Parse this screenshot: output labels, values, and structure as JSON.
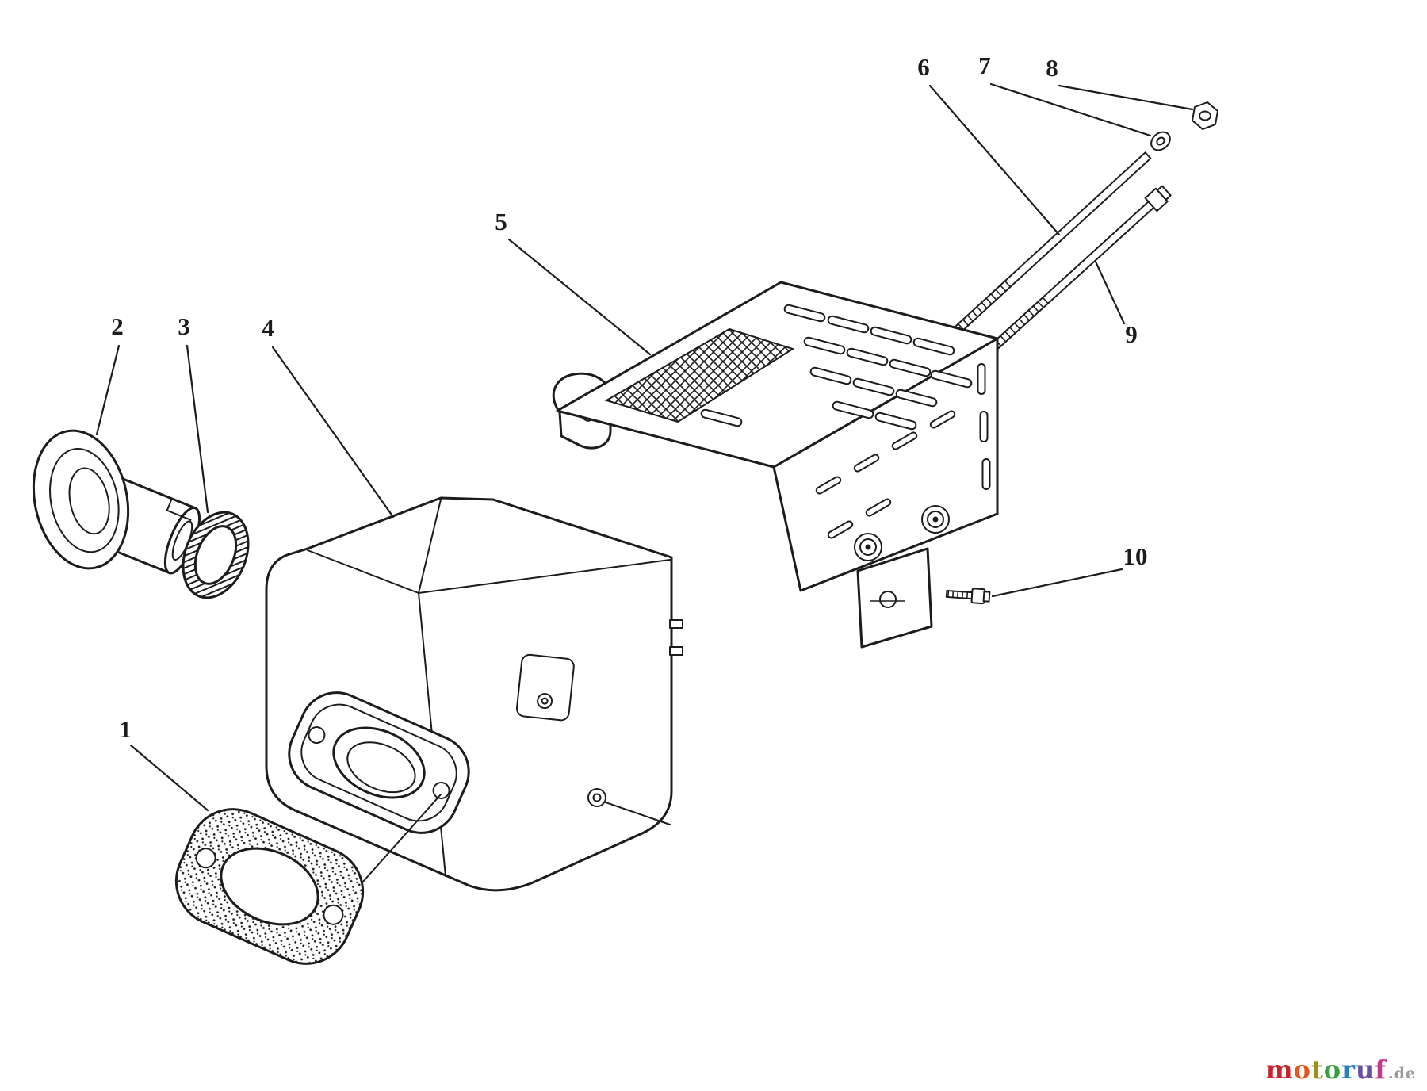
{
  "colors": {
    "ink": "#1c1c1c",
    "background": "#ffffff"
  },
  "callouts": [
    {
      "label": "1"
    },
    {
      "label": "2"
    },
    {
      "label": "3"
    },
    {
      "label": "4"
    },
    {
      "label": "5"
    },
    {
      "label": "6"
    },
    {
      "label": "7"
    },
    {
      "label": "8"
    },
    {
      "label": "9"
    },
    {
      "label": "10"
    }
  ],
  "watermark": {
    "letters": [
      {
        "char": "m",
        "color": "#c8242b"
      },
      {
        "char": "o",
        "color": "#e0591f"
      },
      {
        "char": "t",
        "color": "#97941c"
      },
      {
        "char": "o",
        "color": "#3a9e3c"
      },
      {
        "char": "r",
        "color": "#2a7fbf"
      },
      {
        "char": "u",
        "color": "#6a4fa3"
      },
      {
        "char": "f",
        "color": "#c23a8d"
      }
    ],
    "suffix": ".de",
    "suffix_color": "#9b9b9b"
  }
}
